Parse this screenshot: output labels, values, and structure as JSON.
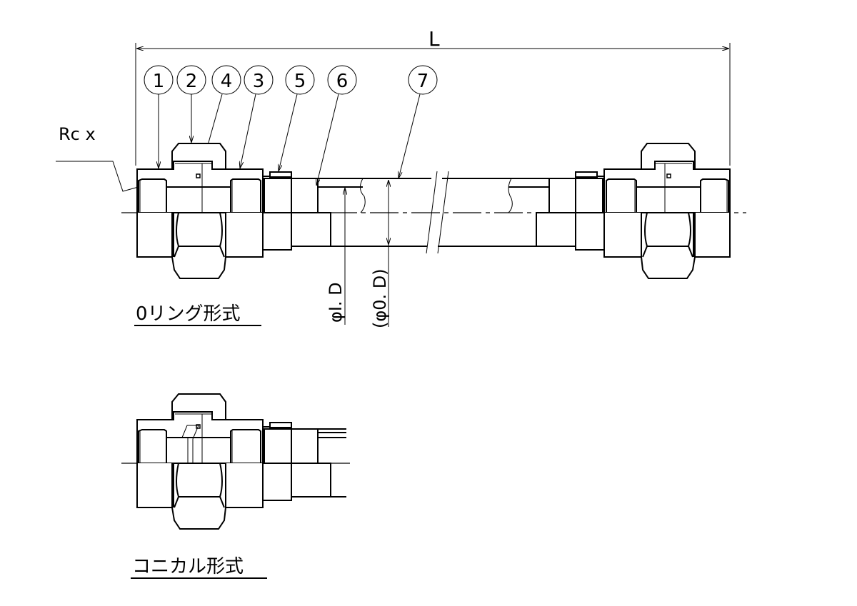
{
  "dimensions": {
    "length_label": "L",
    "thread_label": "Rc x",
    "inner_diameter_label": "φI. D",
    "outer_diameter_label": "(φ0. D)"
  },
  "balloons": [
    "1",
    "2",
    "4",
    "3",
    "5",
    "6",
    "7"
  ],
  "views": {
    "oring_title": "0リング形式",
    "conical_title": "コニカル形式"
  }
}
